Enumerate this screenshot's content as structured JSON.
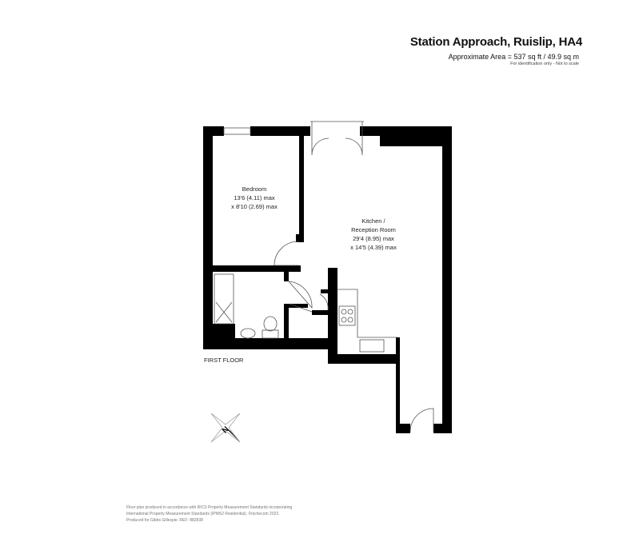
{
  "header": {
    "title": "Station Approach, Ruislip, HA4",
    "area": "Approximate Area = 537 sq ft / 49.9 sq m",
    "note": "For identification only - Not to scale"
  },
  "rooms": {
    "bedroom": {
      "name": "Bedroom",
      "dim1": "13'6 (4.11) max",
      "dim2": "x 8'10 (2.69) max"
    },
    "kitchen": {
      "name1": "Kitchen /",
      "name2": "Reception Room",
      "dim1": "29'4 (8.95) max",
      "dim2": "x 14'5 (4.39) max"
    }
  },
  "floor_label": "FIRST FLOOR",
  "compass_label": "N",
  "footer": {
    "line1": "Floor plan produced in accordance with RICS Property Measurement Standards incorporating",
    "line2": "International Property Measurement Standards (IPMS2 Residential). ©nichecom 2022.",
    "line3": "Produced for Gibbs Gillespie. REF: 882838"
  }
}
